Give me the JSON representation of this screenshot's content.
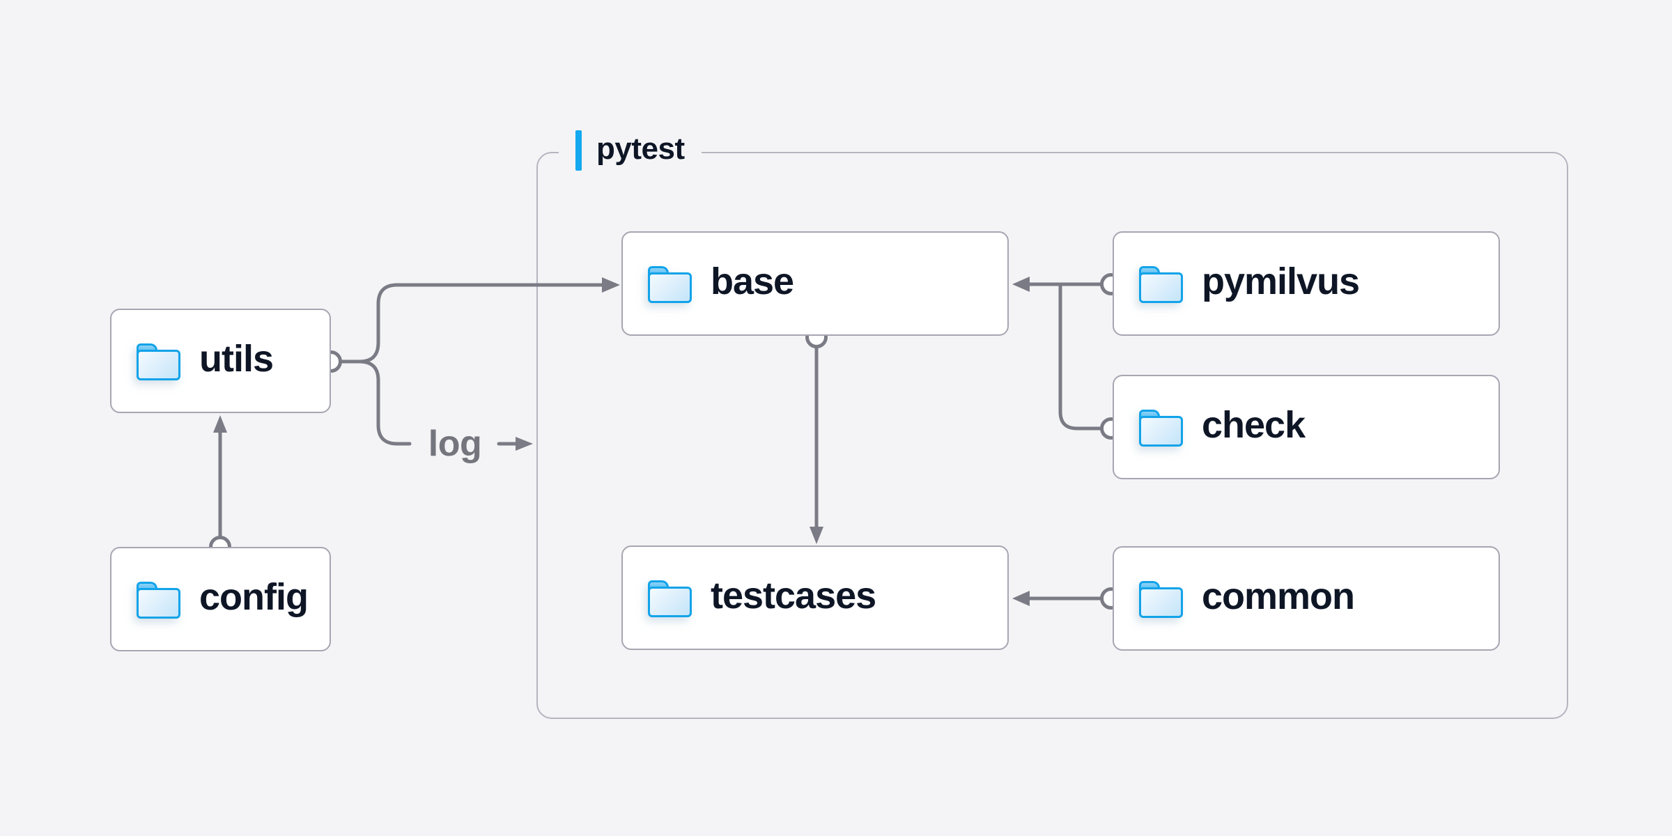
{
  "diagram": {
    "group": {
      "label": "pytest"
    },
    "nodes": {
      "utils": {
        "label": "utils",
        "icon": "folder-icon"
      },
      "config": {
        "label": "config",
        "icon": "folder-icon"
      },
      "base": {
        "label": "base",
        "icon": "folder-icon"
      },
      "pymilvus": {
        "label": "pymilvus",
        "icon": "folder-icon"
      },
      "check": {
        "label": "check",
        "icon": "folder-icon"
      },
      "testcases": {
        "label": "testcases",
        "icon": "folder-icon"
      },
      "common": {
        "label": "common",
        "icon": "folder-icon"
      }
    },
    "edges": [
      {
        "from": "utils",
        "to": "base",
        "label": ""
      },
      {
        "from": "utils",
        "to": "pytest-group",
        "label": "log"
      },
      {
        "from": "config",
        "to": "utils",
        "label": ""
      },
      {
        "from": "base",
        "to": "testcases",
        "label": ""
      },
      {
        "from": "pymilvus",
        "to": "base",
        "label": ""
      },
      {
        "from": "check",
        "to": "base",
        "label": ""
      },
      {
        "from": "common",
        "to": "testcases",
        "label": ""
      }
    ],
    "colors": {
      "background": "#f4f4f6",
      "node_fill": "#ffffff",
      "node_border": "#a6a6b2",
      "group_border": "#b5b5c1",
      "connector": "#7b7b85",
      "label_text": "#0e1626",
      "muted_text": "#75757e",
      "accent_blue": "#14a8ef",
      "folder_stroke": "#12a3e9",
      "folder_fill": "#d9eefb"
    }
  }
}
